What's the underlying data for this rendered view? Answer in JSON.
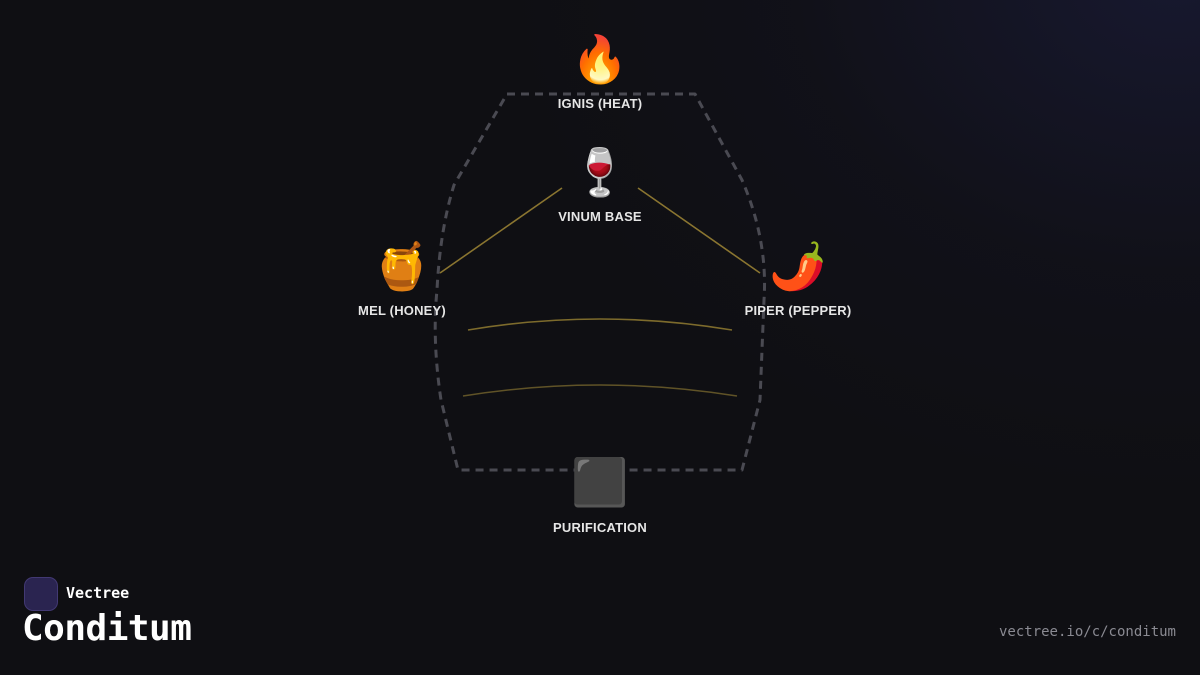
{
  "diagram": {
    "nodes": [
      {
        "id": "heat",
        "icon": "🔥",
        "icon_name": "fire-icon",
        "label": "IGNIS (HEAT)"
      },
      {
        "id": "wine",
        "icon": "🍷",
        "icon_name": "wine-glass-icon",
        "label": "VINUM BASE"
      },
      {
        "id": "honey",
        "icon": "🍯",
        "icon_name": "honey-pot-icon",
        "label": "MEL (HONEY)"
      },
      {
        "id": "pepper",
        "icon": "🌶️",
        "icon_name": "chili-pepper-icon",
        "label": "PIPER (PEPPER)"
      },
      {
        "id": "purify",
        "icon": "⬛",
        "icon_name": "black-square-icon",
        "label": "PURIFICATION"
      }
    ],
    "edges": [
      {
        "from": "wine",
        "to": "honey"
      },
      {
        "from": "wine",
        "to": "pepper"
      }
    ],
    "colors": {
      "vessel_stroke": "#4a4a52",
      "connector_stroke": "#8a7530",
      "label": "#e6e6e6"
    }
  },
  "brand": {
    "name": "Vectree",
    "logo_icon": "vectree-logo-icon",
    "accent": "#9b6cf0"
  },
  "page": {
    "title": "Conditum",
    "url": "vectree.io/c/conditum"
  }
}
